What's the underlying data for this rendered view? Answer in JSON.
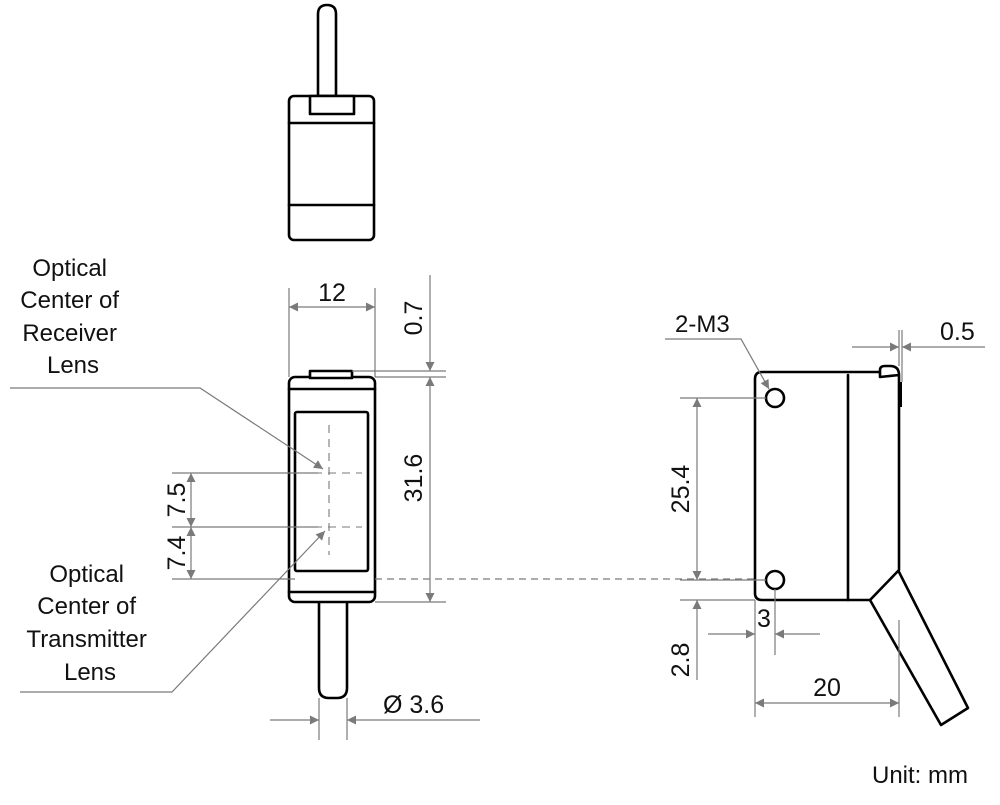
{
  "labels": {
    "receiver": [
      "Optical",
      "Center of",
      "Receiver",
      "Lens"
    ],
    "transmitter": [
      "Optical",
      "Center of",
      "Transmitter",
      "Lens"
    ],
    "unit": "Unit: mm",
    "screw": "2-M3"
  },
  "dimensions": {
    "width_front": "12",
    "top_step": "0.7",
    "height_total": "31.6",
    "rx_offset": "7.5",
    "tx_offset": "7.4",
    "cable_dia": "Ø 3.6",
    "hole_pitch": "25.4",
    "hole_bottom": "2.8",
    "hole_side": "3",
    "depth": "20",
    "side_step": "0.5"
  }
}
